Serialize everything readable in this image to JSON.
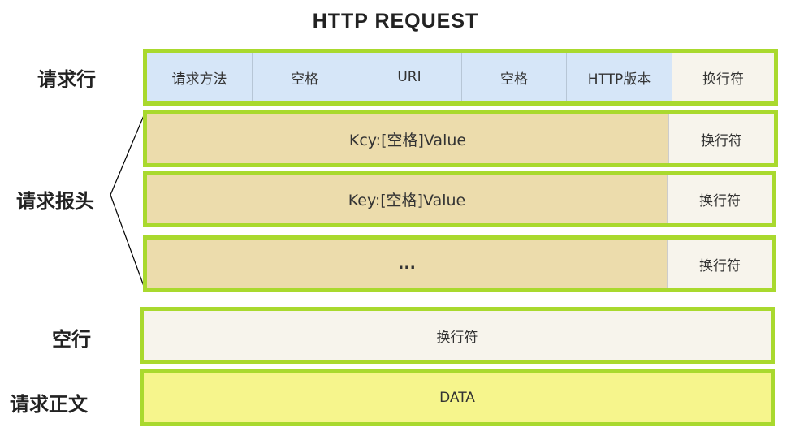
{
  "title": "HTTP REQUEST",
  "labels": {
    "request_line": "请求行",
    "headers": "请求报头",
    "blank_line": "空行",
    "body": "请求正文"
  },
  "request_line_cells": [
    "请求方法",
    "空格",
    "URI",
    "空格",
    "HTTP版本",
    "换行符"
  ],
  "header_rows": [
    {
      "content": "Kcy:[空格]Value",
      "crlf": "换行符"
    },
    {
      "content": "Key:[空格]Value",
      "crlf": "换行符"
    },
    {
      "content": "...",
      "crlf": "换行符"
    }
  ],
  "blank_line_text": "换行符",
  "body_text": "DATA",
  "colors": {
    "border": "#a9d92e",
    "request_line_bg": "#d6e6f8",
    "header_bg": "#ecdcac",
    "crlf_bg": "#f7f4ec",
    "body_bg": "#f6f58c"
  }
}
